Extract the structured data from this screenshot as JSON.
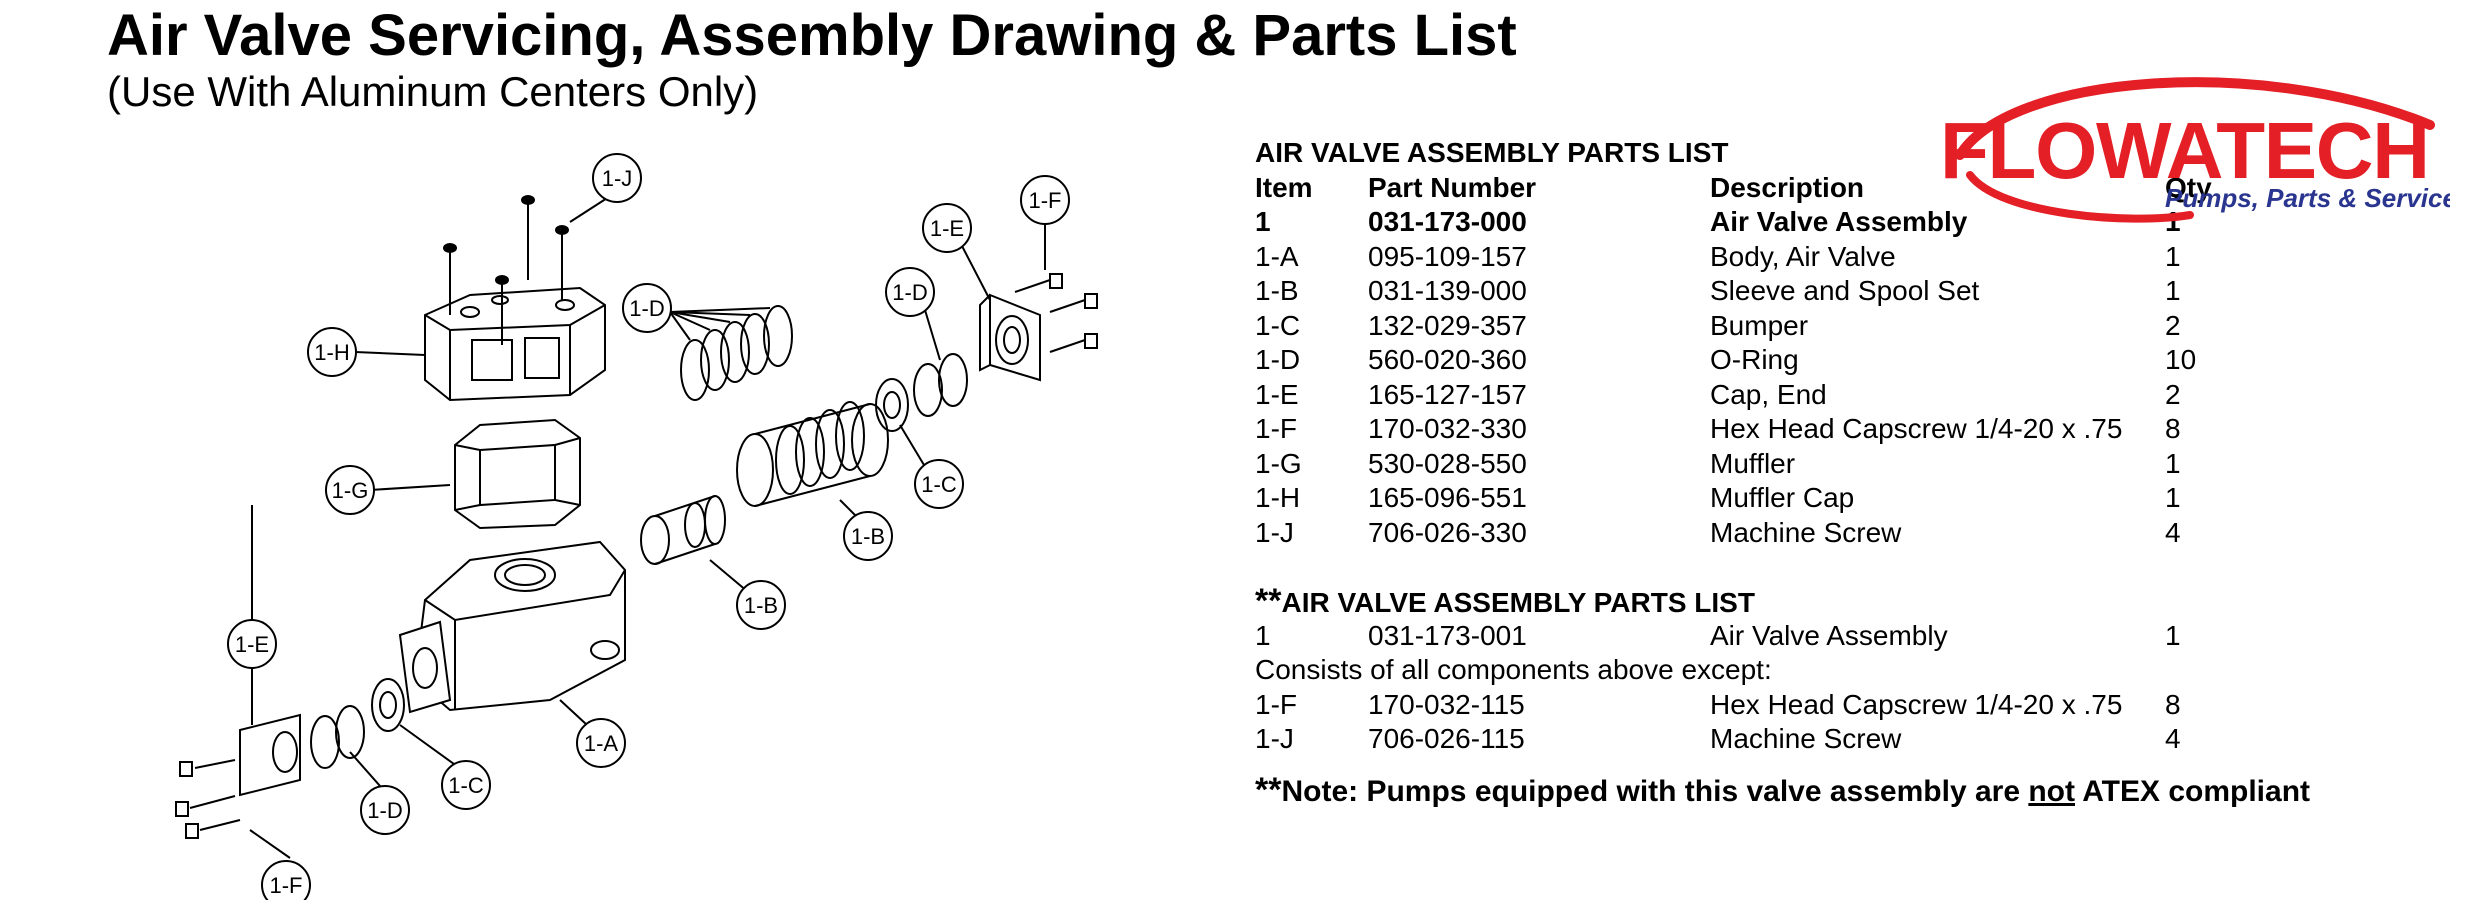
{
  "header": {
    "title": "Air Valve Servicing, Assembly Drawing & Parts List",
    "subtitle": "(Use With Aluminum Centers Only)"
  },
  "logo": {
    "brand": "FLOWATECH",
    "tagline": "Pumps, Parts & Service",
    "brand_color": "#e41f26",
    "tagline_color": "#2a3590"
  },
  "drawing": {
    "callouts": [
      "1-J",
      "1-H",
      "1-D",
      "1-G",
      "1-E",
      "1-F",
      "1-D",
      "1-C",
      "1-B",
      "1-B",
      "1-A",
      "1-E",
      "1-D",
      "1-C",
      "1-F"
    ]
  },
  "parts_list": {
    "title": "AIR VALVE ASSEMBLY PARTS LIST",
    "headers": {
      "item": "Item",
      "part_number": "Part Number",
      "description": "Description",
      "qty": "Qty"
    },
    "rows": [
      {
        "item": "1",
        "part_number": "031-173-000",
        "description": "Air Valve Assembly",
        "qty": "1"
      },
      {
        "item": "1-A",
        "part_number": "095-109-157",
        "description": "Body, Air Valve",
        "qty": "1"
      },
      {
        "item": "1-B",
        "part_number": "031-139-000",
        "description": "Sleeve and Spool Set",
        "qty": "1"
      },
      {
        "item": "1-C",
        "part_number": "132-029-357",
        "description": "Bumper",
        "qty": "2"
      },
      {
        "item": "1-D",
        "part_number": "560-020-360",
        "description": "O-Ring",
        "qty": "10"
      },
      {
        "item": "1-E",
        "part_number": "165-127-157",
        "description": "Cap, End",
        "qty": "2"
      },
      {
        "item": "1-F",
        "part_number": "170-032-330",
        "description": "Hex Head Capscrew 1/4-20 x .75",
        "qty": "8"
      },
      {
        "item": "1-G",
        "part_number": "530-028-550",
        "description": "Muffler",
        "qty": "1"
      },
      {
        "item": "1-H",
        "part_number": "165-096-551",
        "description": "Muffler Cap",
        "qty": "1"
      },
      {
        "item": "1-J",
        "part_number": "706-026-330",
        "description": "Machine Screw",
        "qty": "4"
      }
    ]
  },
  "alt_parts_list": {
    "stars": "**",
    "title": "AIR VALVE ASSEMBLY PARTS LIST",
    "first_row": {
      "item": "1",
      "part_number": "031-173-001",
      "description": "Air Valve Assembly",
      "qty": "1"
    },
    "consists_text": "Consists of all components above except:",
    "rows": [
      {
        "item": "1-F",
        "part_number": "170-032-115",
        "description": "Hex Head Capscrew 1/4-20 x .75",
        "qty": "8"
      },
      {
        "item": "1-J",
        "part_number": "706-026-115",
        "description": "Machine Screw",
        "qty": "4"
      }
    ]
  },
  "note": {
    "stars": "**",
    "before": "Note: Pumps equipped with this valve assembly are ",
    "underlined": "not",
    "after": " ATEX compliant"
  }
}
